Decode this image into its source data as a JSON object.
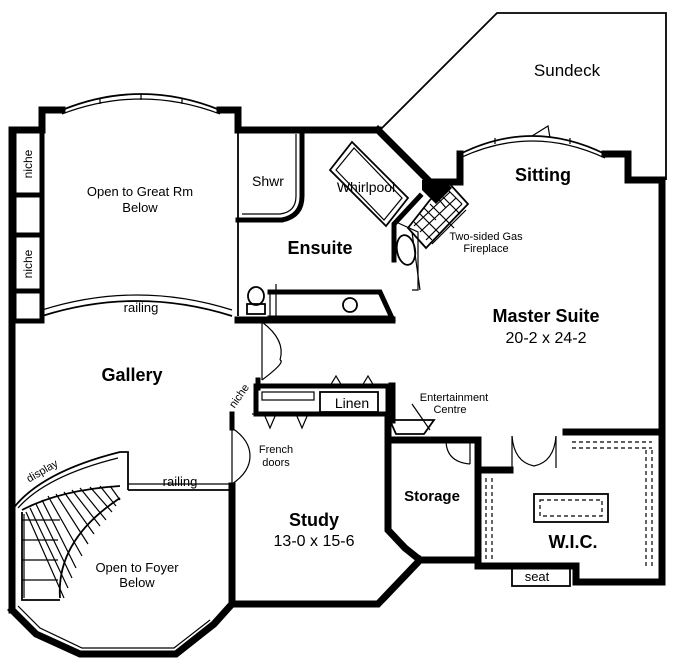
{
  "rooms": {
    "sundeck": "Sundeck",
    "sitting": "Sitting",
    "master_suite": "Master Suite",
    "master_suite_dim": "20-2 x 24-2",
    "ensuite": "Ensuite",
    "shower": "Shwr",
    "whirlpool": "Whirlpool",
    "fireplace_line1": "Two-sided Gas",
    "fireplace_line2": "Fireplace",
    "great_rm_line1": "Open to Great Rm",
    "great_rm_line2": "Below",
    "gallery": "Gallery",
    "study": "Study",
    "study_dim": "13-0 x 15-6",
    "storage": "Storage",
    "wic": "W.I.C.",
    "seat": "seat",
    "linen": "Linen",
    "entertainment": "Entertainment",
    "entertainment_line2": "Centre",
    "french_line1": "French",
    "french_line2": "doors",
    "foyer_line1": "Open to Foyer",
    "foyer_line2": "Below",
    "niche": "niche",
    "railing": "railing",
    "display": "display"
  },
  "colors": {
    "line": "#000000",
    "background": "#ffffff"
  }
}
